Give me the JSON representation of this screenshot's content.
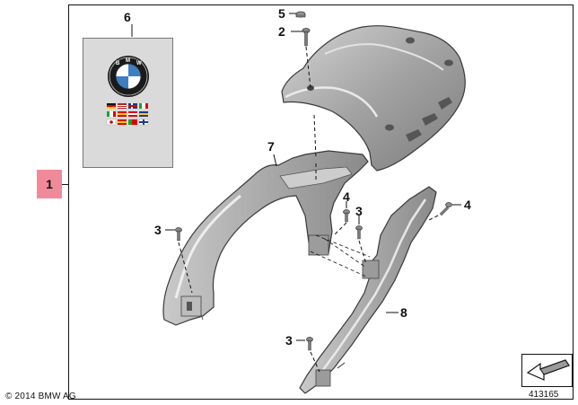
{
  "callouts": {
    "item_1": "1",
    "item_2": "2",
    "item_3a": "3",
    "item_3b": "3",
    "item_3c": "3",
    "item_4a": "4",
    "item_4b": "4",
    "item_5": "5",
    "item_6": "6",
    "item_7": "7",
    "item_8": "8"
  },
  "footer": {
    "copyright": "© 2014 BMW AG",
    "image_number": "413165"
  },
  "colors": {
    "highlight": "#f08a9a",
    "part_fill": "#a9a9a9",
    "manual_fill": "#dadada"
  },
  "icons": {
    "manual": "bmw-roundel-logo",
    "flags": "language-flags",
    "nav": "next-page-arrow-icon"
  }
}
